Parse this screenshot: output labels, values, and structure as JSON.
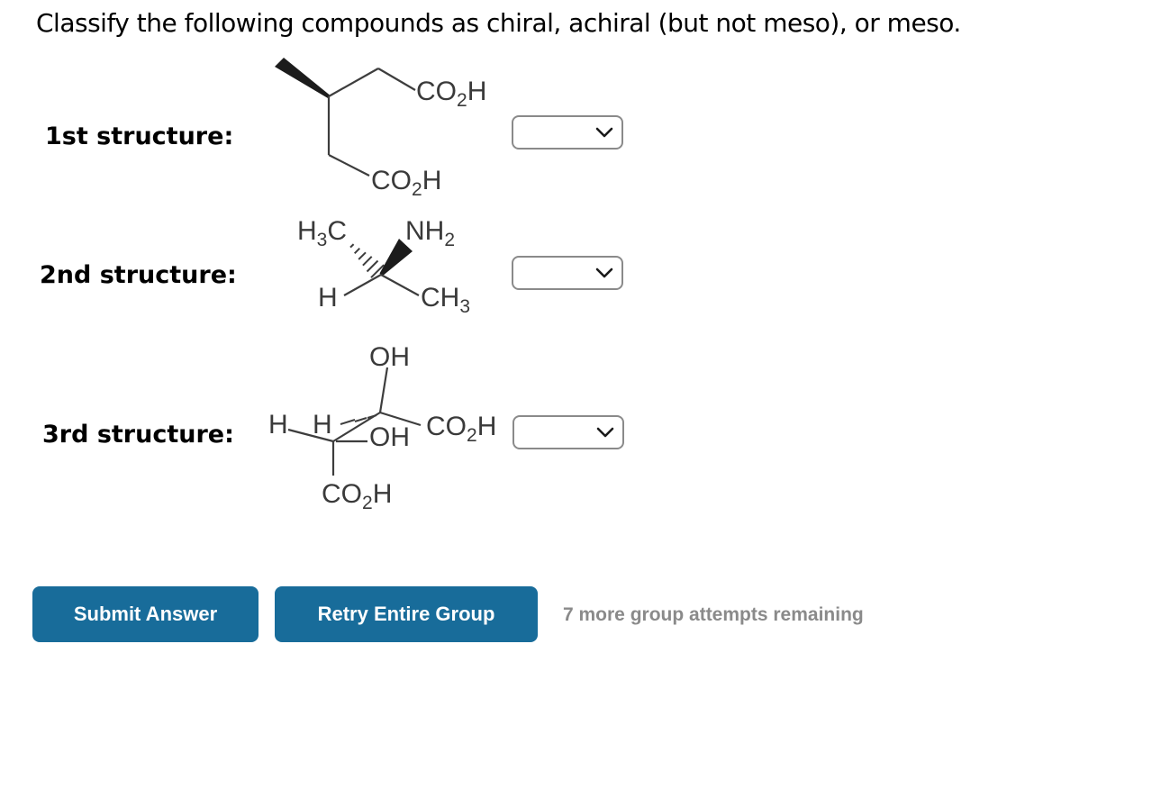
{
  "title": "Classify the following compounds as chiral, achiral (but not meso), or meso.",
  "structures": [
    {
      "label": "1st structure:"
    },
    {
      "label": "2nd structure:"
    },
    {
      "label": "3rd structure:"
    }
  ],
  "chem": {
    "co2h": {
      "main": "CO",
      "sub": "2",
      "tail": "H"
    },
    "h3c": {
      "main": "H",
      "sub": "3",
      "tail": "C"
    },
    "nh2": {
      "main": "NH",
      "sub": "2"
    },
    "ch3": {
      "main": "CH",
      "sub": "3"
    },
    "oh": "OH",
    "h": "H"
  },
  "dropdowns": [
    {
      "value": ""
    },
    {
      "value": ""
    },
    {
      "value": ""
    }
  ],
  "buttons": {
    "submit": "Submit Answer",
    "retry": "Retry Entire Group"
  },
  "status": {
    "attempts_remaining": "7 more group attempts remaining"
  },
  "colors": {
    "button_bg": "#186c9a",
    "chem_ink": "#3a3a3a",
    "attempts_text": "#8a8a8a"
  }
}
